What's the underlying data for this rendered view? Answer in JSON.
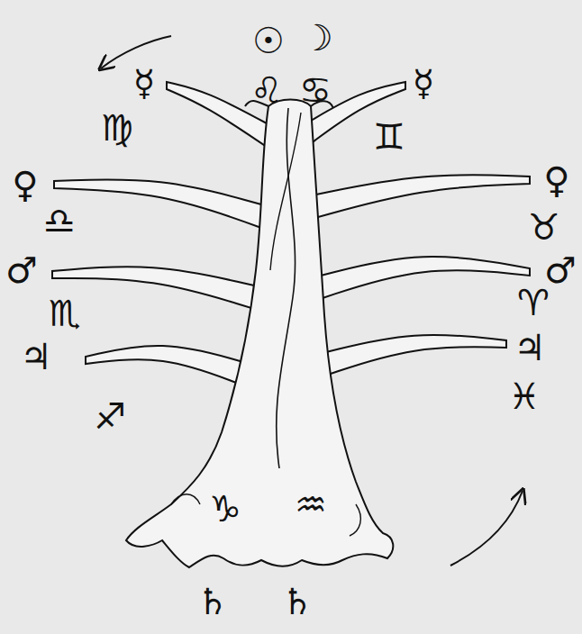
{
  "diagram": {
    "labels": [
      "☉",
      "☽",
      "☿",
      "♌",
      "♋",
      "☿",
      "♍",
      "♊",
      "♀",
      "♀",
      "♎",
      "♉",
      "♂",
      "♂",
      "♏",
      "♈",
      "♃",
      "♃",
      "♓",
      "♐",
      "♑",
      "♒",
      "♄",
      "♄"
    ]
  }
}
